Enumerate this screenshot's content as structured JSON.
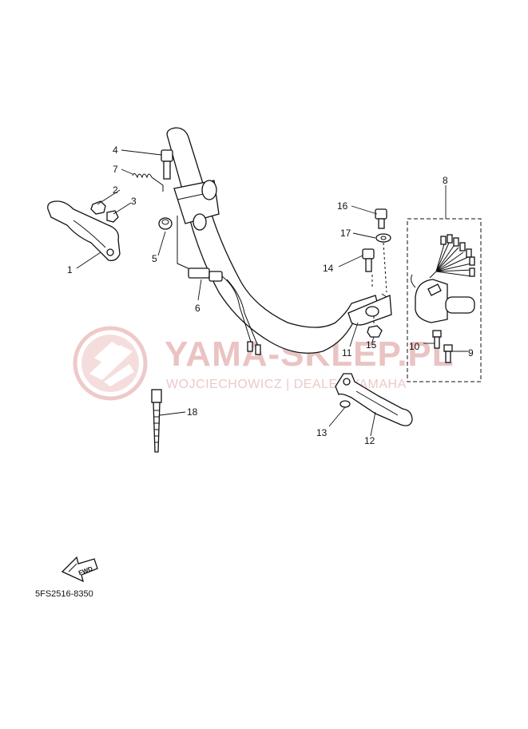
{
  "watermark": {
    "brand": "YAMA-SKLEP.PL",
    "tagline": "WOJCIECHOWICZ | DEALER YAMAHA"
  },
  "callouts": [
    {
      "id": "1",
      "label": "1"
    },
    {
      "id": "2",
      "label": "2"
    },
    {
      "id": "3",
      "label": "3"
    },
    {
      "id": "4",
      "label": "4"
    },
    {
      "id": "5",
      "label": "5"
    },
    {
      "id": "6",
      "label": "6"
    },
    {
      "id": "7",
      "label": "7"
    },
    {
      "id": "8",
      "label": "8"
    },
    {
      "id": "9",
      "label": "9"
    },
    {
      "id": "10",
      "label": "10"
    },
    {
      "id": "11",
      "label": "11"
    },
    {
      "id": "12",
      "label": "12"
    },
    {
      "id": "13",
      "label": "13"
    },
    {
      "id": "14",
      "label": "14"
    },
    {
      "id": "15",
      "label": "15"
    },
    {
      "id": "16",
      "label": "16"
    },
    {
      "id": "17",
      "label": "17"
    },
    {
      "id": "18",
      "label": "18"
    }
  ],
  "fwd_label": "FWD",
  "diagram_code": "5FS2516-8350"
}
